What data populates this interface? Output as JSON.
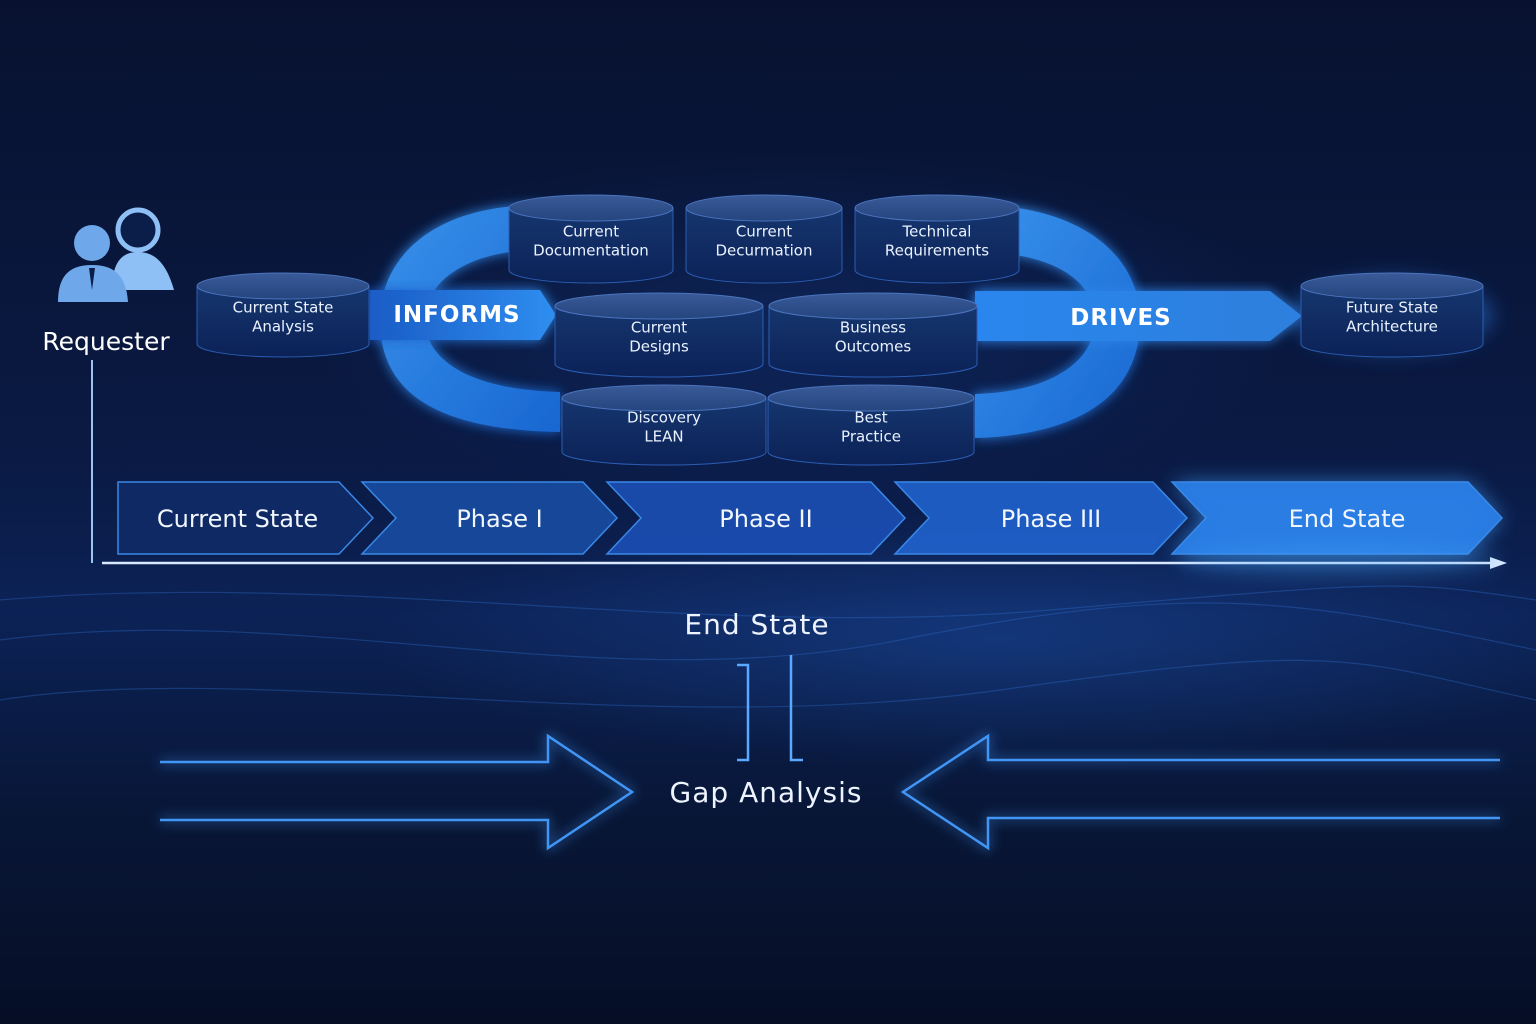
{
  "requester": {
    "label": "Requester",
    "icon": "users-icon"
  },
  "flow": {
    "left_node": [
      "Current State",
      "Analysis"
    ],
    "informs_label": "INFORMS",
    "drives_label": "DRIVES",
    "right_node": [
      "Future State",
      "Architecture"
    ]
  },
  "inputs": [
    {
      "lines": [
        "Current",
        "Documentation"
      ]
    },
    {
      "lines": [
        "Current",
        "Decurmation"
      ]
    },
    {
      "lines": [
        "Technical",
        "Requirements"
      ]
    },
    {
      "lines": [
        "Current",
        "Designs"
      ]
    },
    {
      "lines": [
        "Business",
        "Outcomes"
      ]
    },
    {
      "lines": [
        "Discovery",
        "LEAN"
      ]
    },
    {
      "lines": [
        "Best",
        "Practice"
      ]
    }
  ],
  "timeline": {
    "stages": [
      "Current State",
      "Phase I",
      "Phase II",
      "Phase III",
      "End State"
    ]
  },
  "gap": {
    "end_state_label": "End State",
    "gap_label": "Gap Analysis"
  },
  "colors": {
    "background": "#081636",
    "cylinder_top": "#2a4a8a",
    "cylinder_body": "#0f2b66",
    "glow": "#3fa3ff",
    "accent_band": "#1f7fe8",
    "text": "#ffffff"
  }
}
